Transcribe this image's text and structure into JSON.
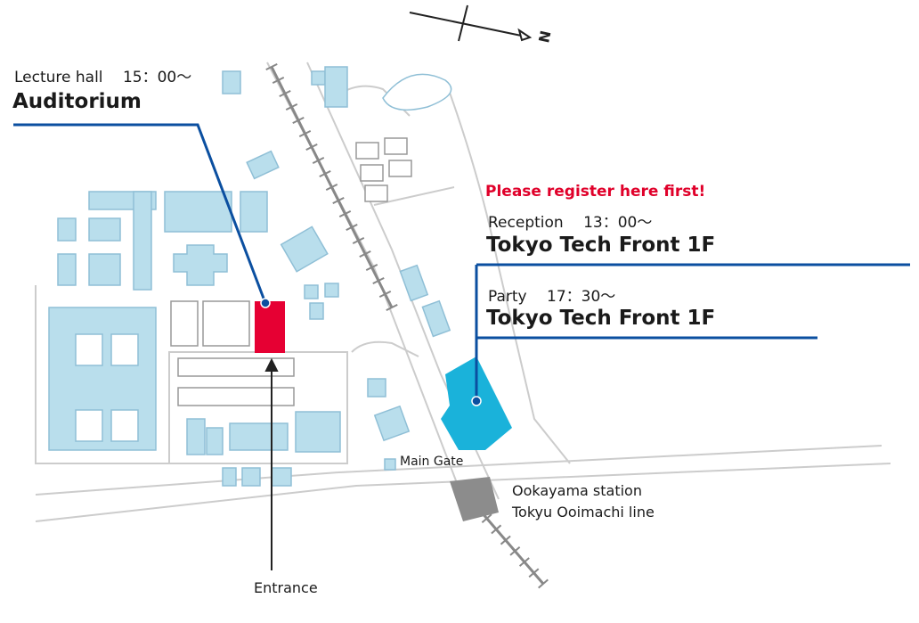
{
  "compass": {
    "label": "N"
  },
  "auditorium": {
    "time_label": "Lecture hall　 15：00～",
    "name": "Auditorium"
  },
  "reception": {
    "notice": "Please register here first!",
    "time_label": "Reception　 13：00～",
    "name": "Tokyo Tech Front 1F"
  },
  "party": {
    "time_label": "Party　 17：30～",
    "name": "Tokyo Tech Front 1F"
  },
  "landmarks": {
    "main_gate": "Main Gate",
    "station_line1": "Ookayama station",
    "station_line2": "Tokyu Ooimachi line",
    "entrance": "Entrance"
  },
  "colors": {
    "building": "#b9deec",
    "building_stroke": "#8fbfd6",
    "road": "#cccccc",
    "highlight_auditorium": "#e60033",
    "highlight_front": "#1ab2da",
    "station": "#8c8c8c",
    "leader_line": "#0b4fa0"
  }
}
